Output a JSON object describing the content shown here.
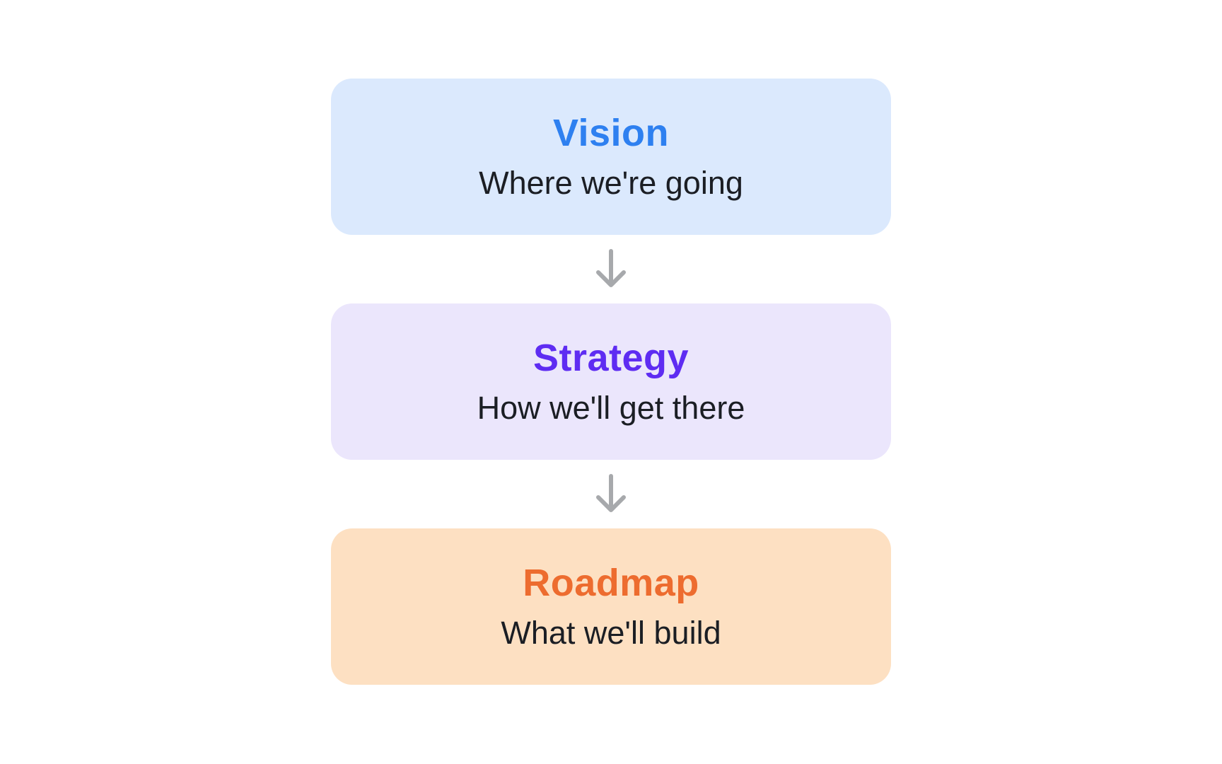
{
  "page": {
    "background": "#ffffff"
  },
  "flow": {
    "steps": [
      {
        "title": "Vision",
        "subtitle": "Where we're going",
        "title_color": "#2e80f0",
        "bg_color": "#dbe9fd"
      },
      {
        "title": "Strategy",
        "subtitle": "How we'll get there",
        "title_color": "#5e2cf2",
        "bg_color": "#ebe6fc"
      },
      {
        "title": "Roadmap",
        "subtitle": "What we'll build",
        "title_color": "#ed6c2f",
        "bg_color": "#fde0c2"
      }
    ],
    "subtitle_color": "#1b1e24",
    "arrow_color": "#a7a9ac",
    "arrow_icon": "down-arrow"
  }
}
